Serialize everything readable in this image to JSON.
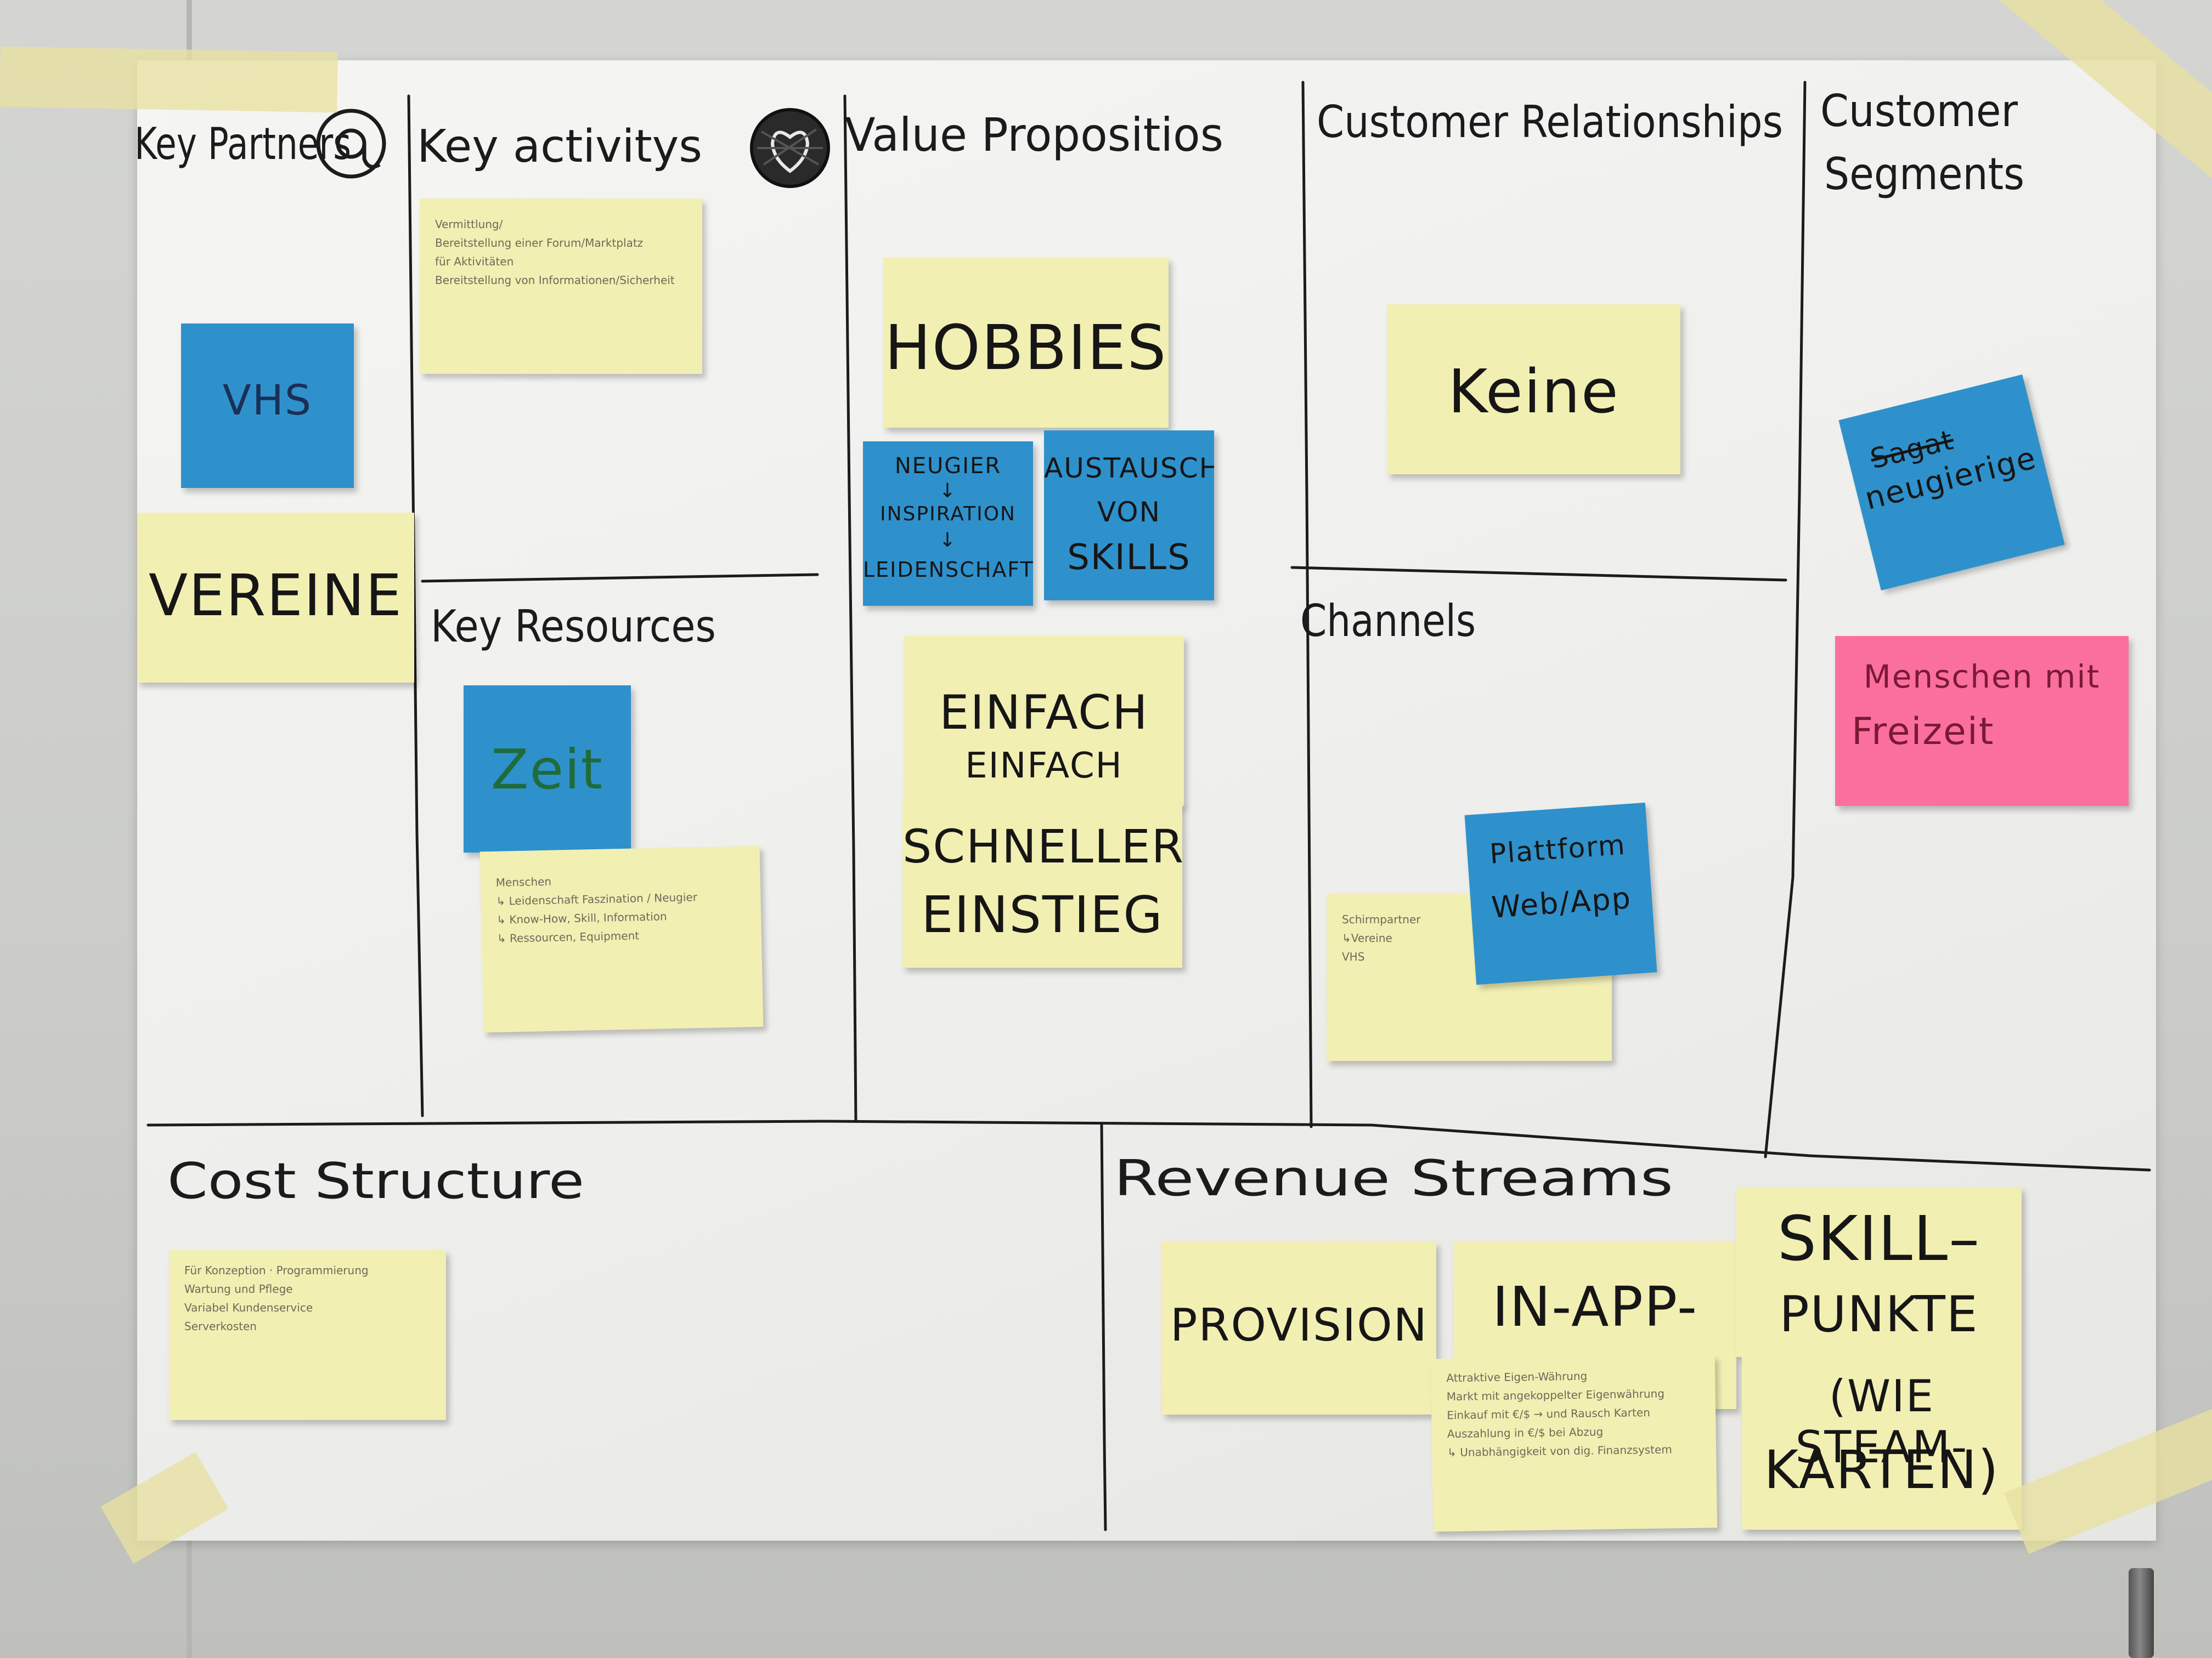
{
  "sections": {
    "key_partners": "Key Partners",
    "key_activities": "Key activitys",
    "value_propositions": "Value Propositios",
    "customer_relationships": "Customer Relationships",
    "customer_segments_line1": "Customer",
    "customer_segments_line2": "Segments",
    "key_resources": "Key Resources",
    "channels": "Channels",
    "cost_structure": "Cost Structure",
    "revenue_streams": "Revenue Streams"
  },
  "notes": {
    "vhs": "VHS",
    "vereine": "VEREINE",
    "key_activities_detail": [
      "Vermittlung/",
      "Bereitstellung einer Forum/Marktplatz",
      "für Aktivitäten",
      "Bereitstellung von Informationen/Sicherheit"
    ],
    "zeit": "Zeit",
    "key_resources_detail": [
      "Menschen",
      "↳ Leidenschaft Faszination / Neugier",
      "↳ Know-How, Skill, Information",
      "↳ Ressourcen, Equipment"
    ],
    "hobbies": "HOBBIES",
    "neugier_line1": "NEUGIER",
    "neugier_line2": "INSPIRATION",
    "neugier_line3": "LEIDENSCHAFT",
    "austausch_line1": "AUSTAUSCH",
    "austausch_line2": "VON",
    "austausch_line3": "SKILLS",
    "einfach_line1": "EINFACH",
    "einfach_line2": "EINFACH",
    "schneller_line1": "SCHNELLER",
    "schneller_line2": "EINSTIEG",
    "keine": "Keine",
    "channels_detail": [
      "Schirmpartner",
      "↳Vereine",
      "VHS"
    ],
    "plattform_line1": "Plattform",
    "plattform_line2": "Web/App",
    "segment_struck": "Sagat",
    "segment_word": "neugierige",
    "pink_line1": "Menschen mit",
    "pink_line2": "Freizeit",
    "cost_detail": [
      "Für  Konzeption · Programmierung",
      "      Wartung und Pflege",
      "",
      "Variabel  Kundenservice",
      "              Serverkosten"
    ],
    "provision": "PROVISION",
    "in_app": "IN-APP-",
    "revenue_detail": [
      "Attraktive Eigen-Währung",
      "Markt mit angekoppelter Eigenwährung",
      "Einkauf mit €/$ → und Rausch Karten",
      "Auszahlung in €/$ bei Abzug",
      "↳ Unabhängigkeit von dig. Finanzsystem"
    ],
    "skill_line1": "SKILL–",
    "skill_line2": "PUNKTE",
    "skill_line3": "(WIE STEAM-",
    "skill_line4": "KARTEN)"
  },
  "colors": {
    "sticky_yellow": "#f2efb3",
    "sticky_blue": "#2e91cc",
    "sticky_pink": "#fb6f9f",
    "marker_black": "#1b1b1b",
    "marker_green": "#1f6b3a",
    "marker_red": "#8a1f3a",
    "paper": "#f3f3f1",
    "tape": "#e8e0a0"
  },
  "icons": {
    "key_partners_icon": "at-sign-icon",
    "key_activities_icon": "scribbled-heart-icon"
  }
}
